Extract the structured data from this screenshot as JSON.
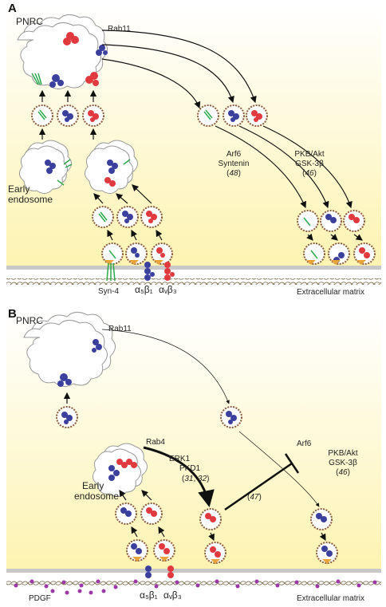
{
  "panelA": {
    "panel_label": "A",
    "pnrc": "PNRC",
    "rab11": "Rab11",
    "early_endosome_line1": "Early",
    "early_endosome_line2": "endosome",
    "arf6": "Arf6",
    "syntenin": "Syntenin",
    "ref_48": "48",
    "pkb": "PKB/Akt",
    "gsk": "GSK-3β",
    "ref_46": "46",
    "syn4": "Syn-4",
    "a5b1": "α₅β₁",
    "avb3": "αᵥβ₃",
    "ecm": "Extracellular matrix"
  },
  "panelB": {
    "panel_label": "B",
    "pnrc": "PNRC",
    "rab11": "Rab11",
    "rab4": "Rab4",
    "early_endosome_line1": "Early",
    "early_endosome_line2": "endosome",
    "erk1": "ERK1",
    "pkd1": "PKD1",
    "ref_31": "31",
    "ref_32": "32",
    "ref_47": "47",
    "arf6": "Arf6",
    "pkb": "PKB/Akt",
    "gsk": "GSK-3β",
    "ref_46": "46",
    "pdgf": "PDGF",
    "a5b1": "α₅β₁",
    "avb3": "αᵥβ₃",
    "ecm": "Extracellular matrix"
  },
  "colors": {
    "syn4_green": "#2aa84a",
    "a5b1_blue": "#3b3f9e",
    "avb3_red": "#e0393e",
    "background_yellow": "#fdf6c4",
    "membrane_gray": "#b9b9b9",
    "pdgf_purple": "#9b3aa6",
    "anchor_orange": "#e8a33a"
  }
}
